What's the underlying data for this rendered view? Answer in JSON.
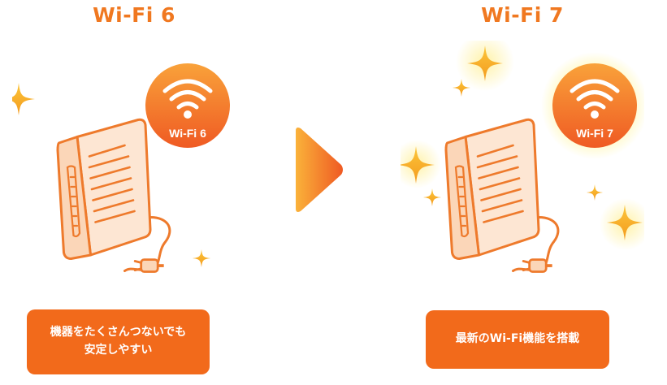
{
  "left": {
    "title": "Wi-Fi 6",
    "badge_label": "Wi-Fi 6",
    "caption_line1": "機器をたくさんつないでも",
    "caption_line2": "安定しやすい"
  },
  "right": {
    "title": "Wi-Fi 7",
    "badge_label": "Wi-Fi 7",
    "caption_line1": "最新のWi-Fi機能を搭載"
  },
  "icons": [
    "router-icon",
    "wifi-icon",
    "sparkle-icon",
    "plug-icon",
    "arrow-right-icon"
  ],
  "colors": {
    "accent": "#f07820",
    "caption_bg": "#f26a1b",
    "router_outline": "#ee7a2c",
    "router_fill": "#fde6d3",
    "sparkle": "#f7a822",
    "glow": "#fff3a0"
  }
}
